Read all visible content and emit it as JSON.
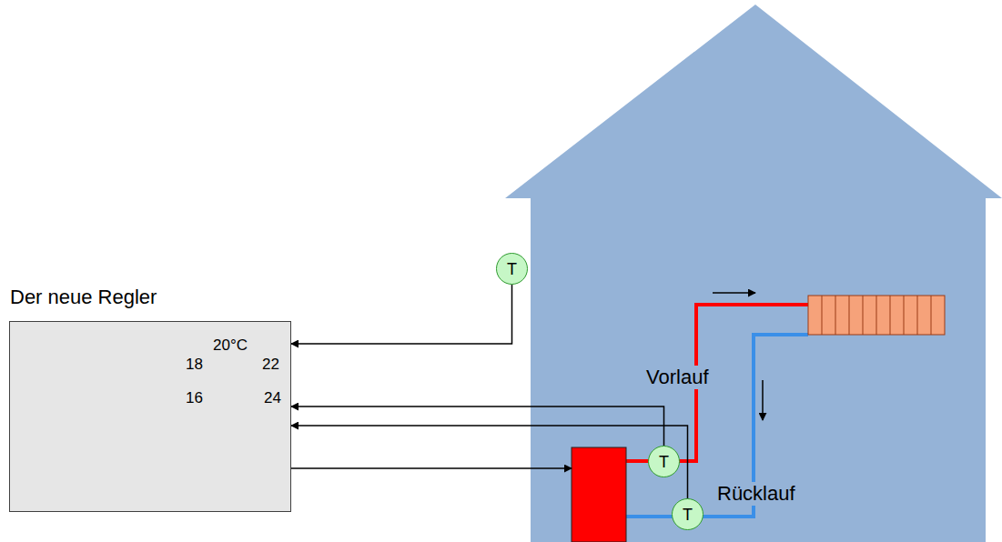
{
  "diagram": {
    "nodes": [
      {
        "text": [
          "Der neue Regler"
        ]
      },
      {
        "text": [
          "T"
        ]
      },
      {
        "text": [
          "T"
        ]
      },
      {
        "text": [
          "T"
        ]
      }
    ],
    "edges": [
      {
        "from": 1,
        "to": 0,
        "arrow": "to"
      },
      {
        "from": 2,
        "to": 0,
        "arrow": "to"
      },
      {
        "from": 3,
        "to": 0,
        "arrow": "to"
      }
    ],
    "labels": [
      "20°C",
      "18",
      "22",
      "16",
      "24",
      "Vorlauf",
      "Rücklauf"
    ]
  }
}
